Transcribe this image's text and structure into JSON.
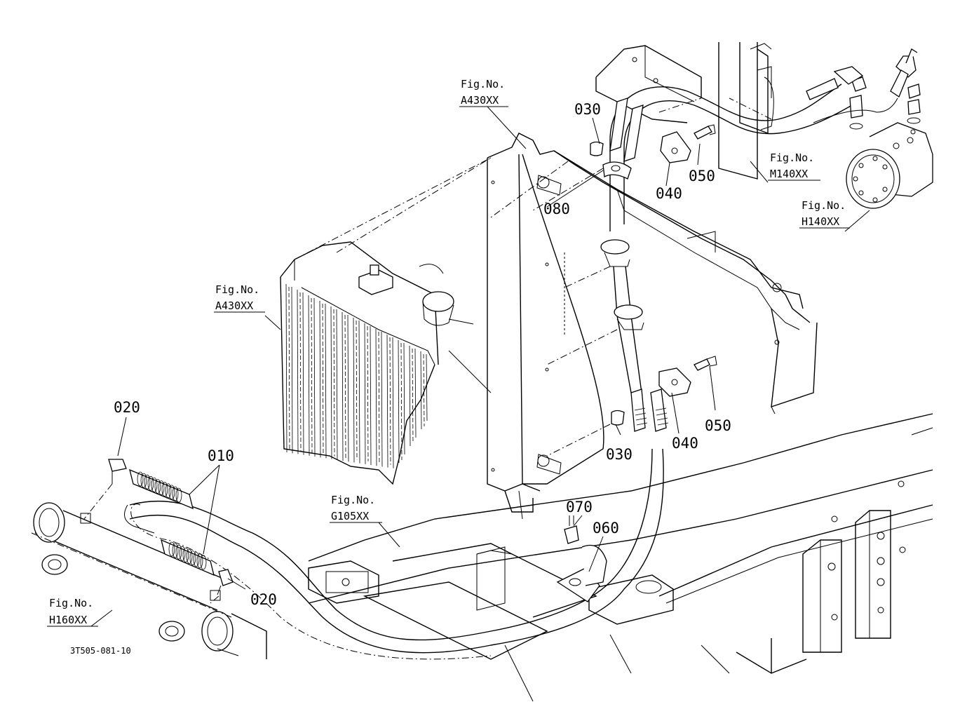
{
  "diagram": {
    "document_code": "3T505-081-10",
    "part_labels": {
      "p010": "010",
      "p020_upper": "020",
      "p020_lower": "020",
      "p030_upper": "030",
      "p030_lower": "030",
      "p040_upper": "040",
      "p040_lower": "040",
      "p050_upper": "050",
      "p050_lower": "050",
      "p060": "060",
      "p070": "070",
      "p080": "080"
    },
    "figure_refs": {
      "a430_top": {
        "prefix": "Fig.No.",
        "code": "A430XX"
      },
      "a430_left": {
        "prefix": "Fig.No.",
        "code": "A430XX"
      },
      "m140": {
        "prefix": "Fig.No.",
        "code": "M140XX"
      },
      "h140": {
        "prefix": "Fig.No.",
        "code": "H140XX"
      },
      "g105": {
        "prefix": "Fig.No.",
        "code": "G105XX"
      },
      "h160": {
        "prefix": "Fig.No.",
        "code": "H160XX"
      }
    }
  }
}
